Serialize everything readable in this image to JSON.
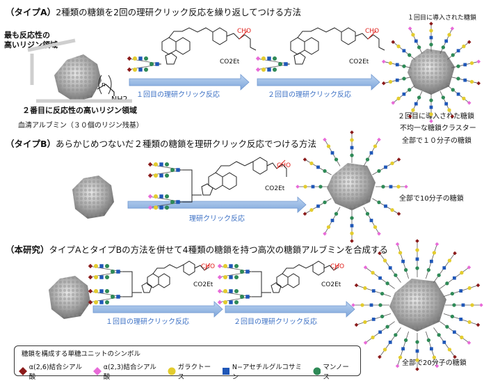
{
  "sectionA": {
    "title_bracket": "（タイプA）",
    "title_rest": "2種類の糖鎖を2回の理研クリック反応を繰り返してつける方法",
    "site1": "最も反応性の\n高いリジン領域",
    "site2": "２番目に反応性の高いリジン領域",
    "albumin": "血清アルブミン（３０個のリジン残基）",
    "arrow1": "１回目の理研クリック反応",
    "arrow2": "２回目の理研クリック反応",
    "intro1": "１回目に導入された糖鎖",
    "intro2": "２回目に導入された糖鎖",
    "cluster": "不均一な糖鎖クラスター",
    "total": "全部で１０分子の糖鎖",
    "nh2": "NH2",
    "n": "n"
  },
  "sectionB": {
    "title_bracket": "（タイプB）",
    "title_rest": "あらかじめつないだ２種類の糖鎖を理研クリック反応でつける方法",
    "arrow": "理研クリック反応",
    "total": "全部で10分子の糖鎖"
  },
  "sectionC": {
    "title_bracket": "（本研究）",
    "title_rest": "タイプAとタイプBの方法を併せて4種類の糖鎖を持つ高次の糖鎖アルブミンを合成する",
    "arrow1": "１回目の理研クリック反応",
    "arrow2": "２回目の理研クリック反応",
    "total": "全部で20分子の糖鎖"
  },
  "chem": {
    "cho": "CHO",
    "co2et": "CO2Et",
    "o": "O",
    "n": "N"
  },
  "legend": {
    "header": "糖鎖を構成する単糖ユニットのシンボル",
    "items": [
      {
        "label": "α(2,6)結合シアル酸",
        "shape": "diamond",
        "color": "#8b1a1a"
      },
      {
        "label": "α(2,3)結合シアル酸",
        "shape": "diamond",
        "color": "#e86ad8"
      },
      {
        "label": "ガラクトース",
        "shape": "circle",
        "color": "#e3cc2e"
      },
      {
        "label": "N−アセチルグルコサミン",
        "shape": "square",
        "color": "#1f57b8"
      },
      {
        "label": "マンノース",
        "shape": "circle",
        "color": "#2f8a57"
      }
    ]
  },
  "colors": {
    "arrow": "#9cbde6",
    "arrow_edge": "#6f97cf",
    "label_blue": "#3a6fc4",
    "red": "#e0201b"
  }
}
